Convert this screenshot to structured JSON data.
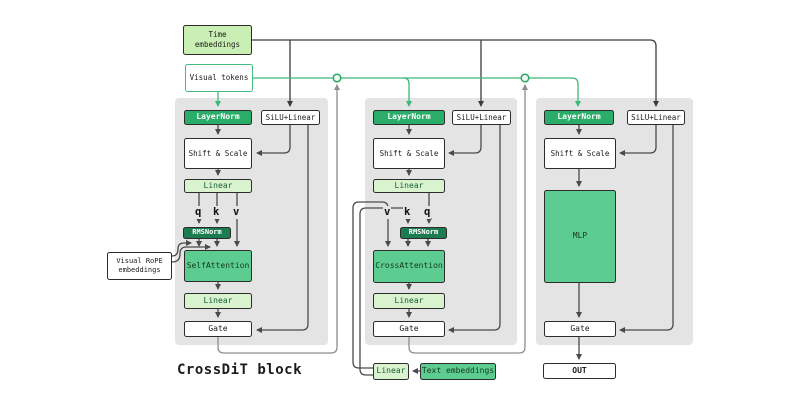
{
  "title": "CrossDiT block",
  "inputs": {
    "time_embeddings": "Time\nembeddings",
    "visual_tokens": "Visual tokens",
    "visual_rope": "Visual RoPE\nembeddings"
  },
  "columns": [
    {
      "layernorm": "LayerNorm",
      "silu_linear": "SiLU+Linear",
      "shift_scale": "Shift & Scale",
      "linear_in": "Linear",
      "qkv": [
        "q",
        "k",
        "v"
      ],
      "rmsnorm": "RMSNorm",
      "attention": "SelfAttention",
      "linear_out": "Linear",
      "gate": "Gate"
    },
    {
      "layernorm": "LayerNorm",
      "silu_linear": "SiLU+Linear",
      "shift_scale": "Shift & Scale",
      "linear_in": "Linear",
      "qkv": [
        "v",
        "k",
        "q"
      ],
      "rmsnorm": "RMSNorm",
      "attention": "CrossAttention",
      "linear_out": "Linear",
      "gate": "Gate"
    },
    {
      "layernorm": "LayerNorm",
      "silu_linear": "SiLU+Linear",
      "shift_scale": "Shift & Scale",
      "mlp": "MLP",
      "gate": "Gate"
    }
  ],
  "text_path": {
    "linear": "Linear",
    "text_embeddings": "Text embeddings"
  },
  "output": "OUT",
  "colors": {
    "accent_green": "#29ad68",
    "dark_green": "#1b7c50",
    "mid_green": "#5dcc91",
    "light_green": "#d9f3cf",
    "pale_green": "#c9efb4",
    "wire_green": "#3cb879",
    "panel_gray": "#e4e4e4"
  }
}
